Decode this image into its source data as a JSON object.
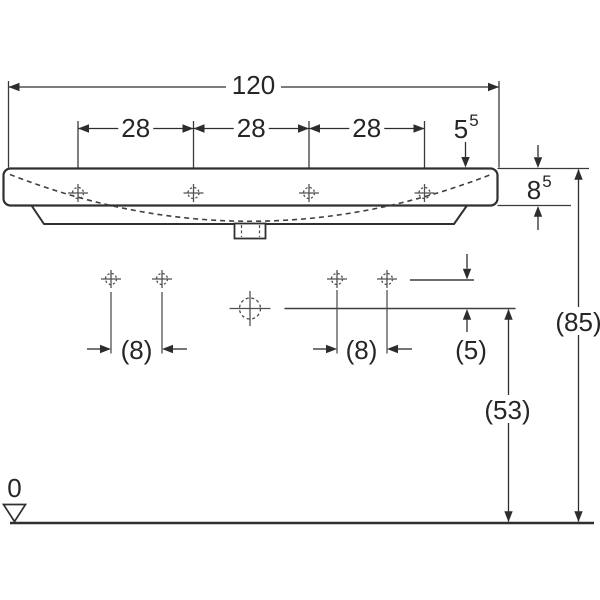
{
  "drawing": {
    "type": "washbasin-front-elevation-dimension-drawing",
    "labels": {
      "overall_width": "120",
      "spacing_left": "28",
      "spacing_center": "28",
      "spacing_right": "28",
      "edge_offset_main": "5",
      "edge_offset_sup": "5",
      "rim_height_main": "8",
      "rim_height_sup": "5",
      "fixing_span_left": "(8)",
      "fixing_span_right": "(8)",
      "overflow_drop": "(5)",
      "trap_height": "(53)",
      "rim_level": "(85)",
      "datum": "0"
    },
    "colors": {
      "outline": "#303030",
      "dimension": "#2d2d2d",
      "detail_gray": "#505050",
      "text": "#262626",
      "background": "#ffffff"
    }
  }
}
